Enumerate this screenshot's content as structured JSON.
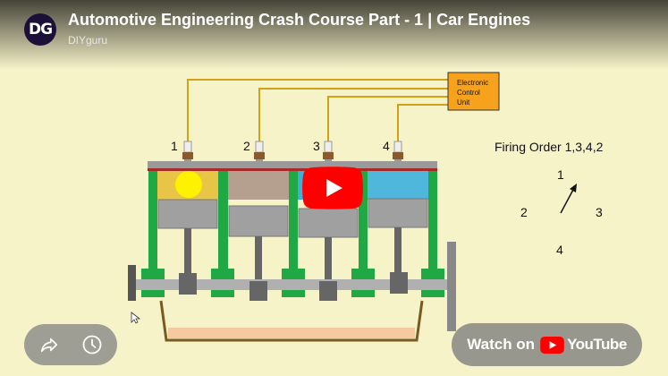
{
  "video": {
    "title": "Automotive Engineering Crash Course Part - 1 | Car Engines",
    "channel": "DIYguru",
    "avatar_text": "DG"
  },
  "diagram": {
    "ecu_lines": [
      "Electronic",
      "Control",
      "Unit"
    ],
    "cylinders": [
      "1",
      "2",
      "3",
      "4"
    ],
    "firing_order": "Firing Order 1,3,4,2",
    "dial": {
      "top": "1",
      "left": "2",
      "right": "3",
      "bottom": "4"
    }
  },
  "controls": {
    "share_icon": "share-icon",
    "watch_later_icon": "clock-icon",
    "watch_on": "Watch on",
    "youtube": "YouTube"
  },
  "colors": {
    "background": "#f7f3c9",
    "ecu": "#f7a21c",
    "youtube_red": "#ff0000",
    "engine_green": "#1fa843"
  }
}
